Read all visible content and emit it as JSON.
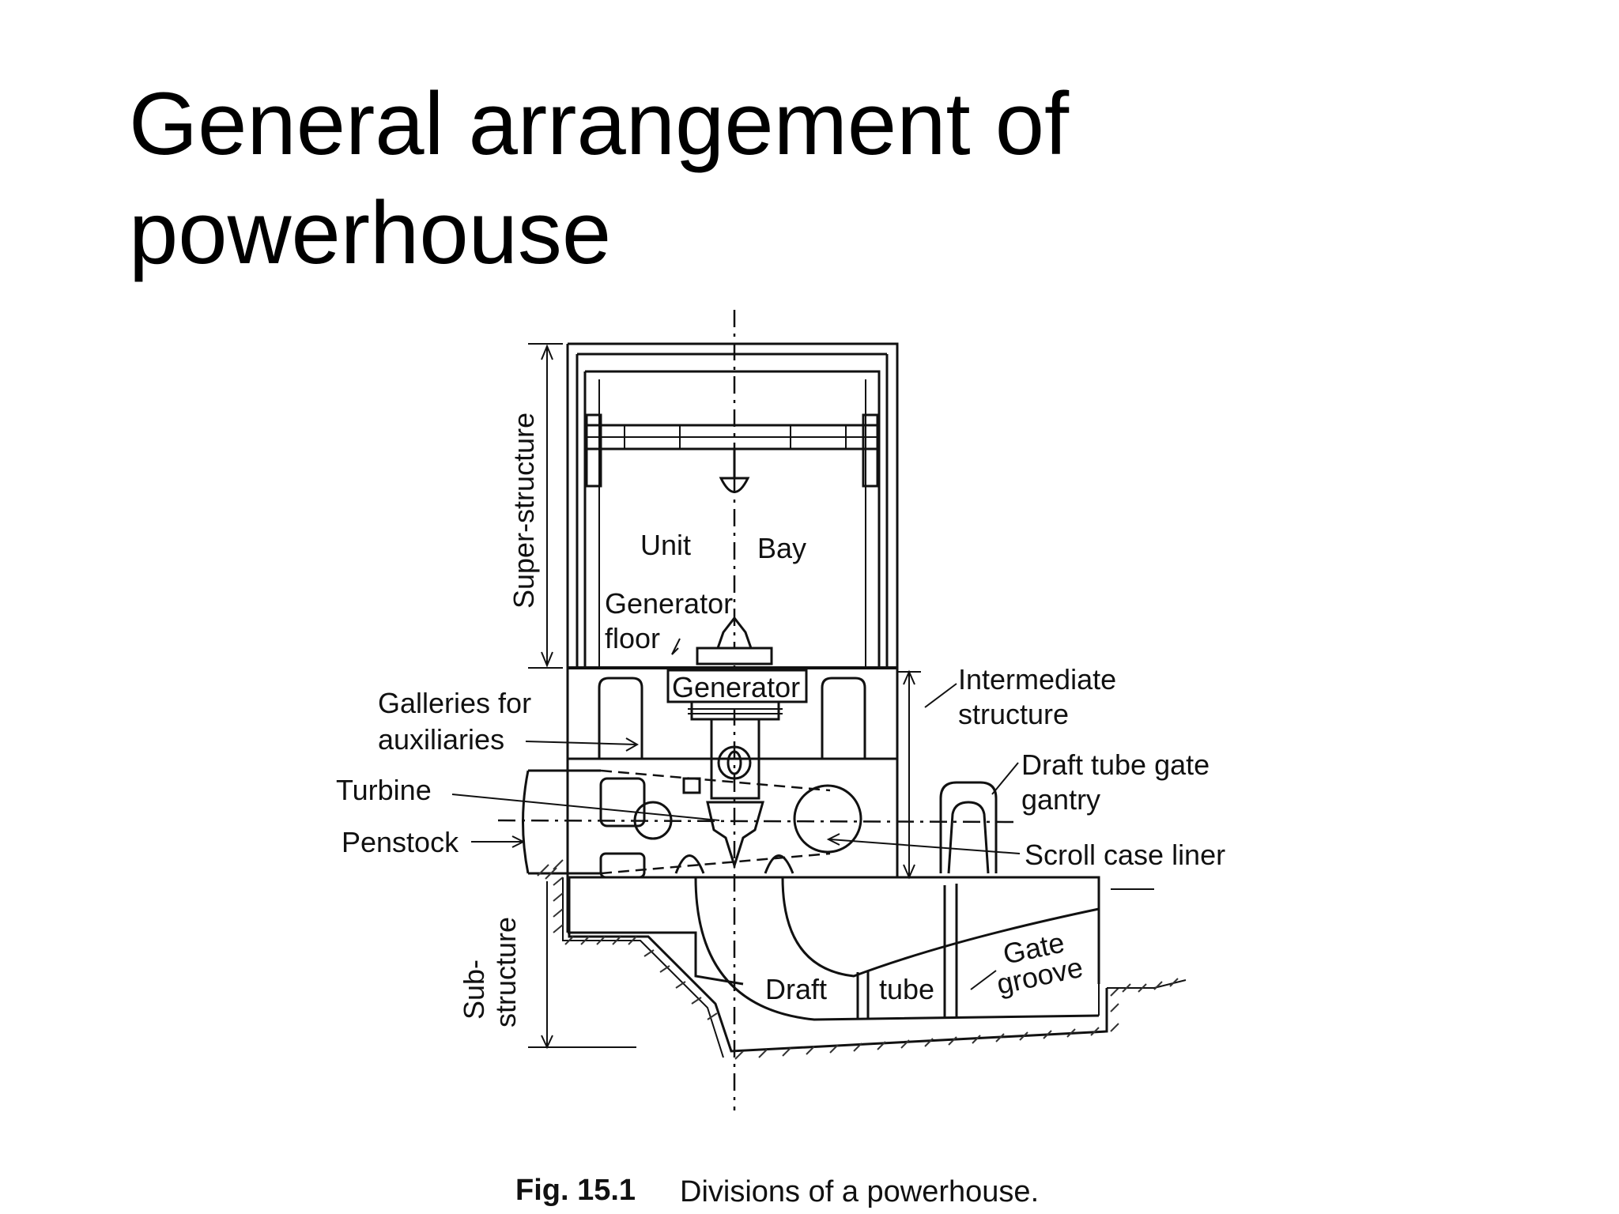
{
  "slide": {
    "title_line1": "General arrangement of",
    "title_line2": "powerhouse"
  },
  "diagram": {
    "labels": {
      "super_structure": "Super-structure",
      "sub_structure_1": "Sub-",
      "sub_structure_2": "structure",
      "unit": "Unit",
      "bay": "Bay",
      "generator_floor_1": "Generator",
      "generator_floor_2": "floor",
      "generator": "Generator",
      "intermediate_1": "Intermediate",
      "intermediate_2": "structure",
      "galleries_1": "Galleries for",
      "galleries_2": "auxiliaries",
      "draft_gate_1": "Draft tube gate",
      "draft_gate_2": "gantry",
      "turbine": "Turbine",
      "penstock": "Penstock",
      "scroll_case": "Scroll case liner",
      "draft": "Draft",
      "tube": "tube",
      "gate": "Gate",
      "groove": "groove"
    },
    "caption_number": "Fig. 15.1",
    "caption_text": "Divisions of a powerhouse."
  }
}
